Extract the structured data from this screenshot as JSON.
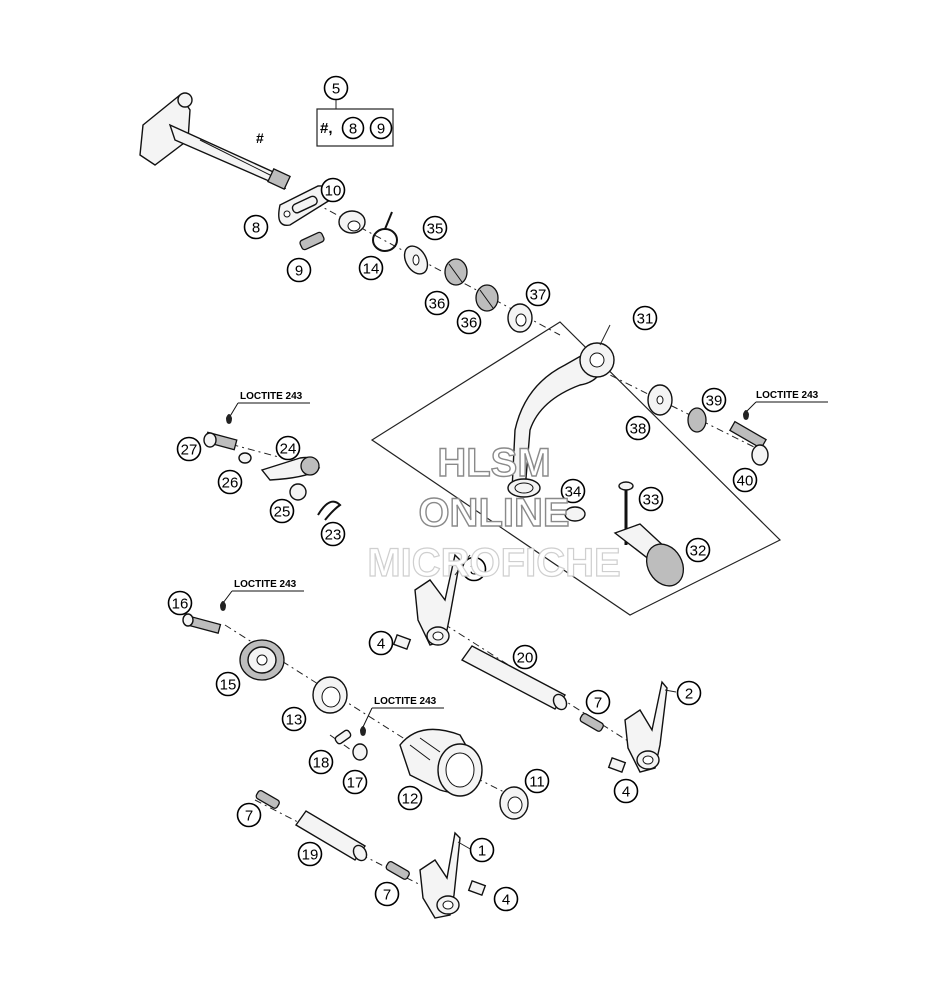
{
  "callouts": [
    {
      "id": "c5",
      "label": "5"
    },
    {
      "id": "c8a",
      "label": "8"
    },
    {
      "id": "c9a",
      "label": "9"
    },
    {
      "id": "c10",
      "label": "10"
    },
    {
      "id": "c8",
      "label": "8"
    },
    {
      "id": "c35",
      "label": "35"
    },
    {
      "id": "c14",
      "label": "14"
    },
    {
      "id": "c9",
      "label": "9"
    },
    {
      "id": "c36a",
      "label": "36"
    },
    {
      "id": "c36b",
      "label": "36"
    },
    {
      "id": "c37",
      "label": "37"
    },
    {
      "id": "c31",
      "label": "31"
    },
    {
      "id": "c38",
      "label": "38"
    },
    {
      "id": "c39",
      "label": "39"
    },
    {
      "id": "c40",
      "label": "40"
    },
    {
      "id": "c27",
      "label": "27"
    },
    {
      "id": "c24",
      "label": "24"
    },
    {
      "id": "c26",
      "label": "26"
    },
    {
      "id": "c25",
      "label": "25"
    },
    {
      "id": "c23",
      "label": "23"
    },
    {
      "id": "c34",
      "label": "34"
    },
    {
      "id": "c33",
      "label": "33"
    },
    {
      "id": "c32",
      "label": "32"
    },
    {
      "id": "c3",
      "label": "3"
    },
    {
      "id": "c16",
      "label": "16"
    },
    {
      "id": "c4a",
      "label": "4"
    },
    {
      "id": "c20",
      "label": "20"
    },
    {
      "id": "c15",
      "label": "15"
    },
    {
      "id": "c2",
      "label": "2"
    },
    {
      "id": "c7a",
      "label": "7"
    },
    {
      "id": "c13",
      "label": "13"
    },
    {
      "id": "c18",
      "label": "18"
    },
    {
      "id": "c17",
      "label": "17"
    },
    {
      "id": "c12",
      "label": "12"
    },
    {
      "id": "c11",
      "label": "11"
    },
    {
      "id": "c4b",
      "label": "4"
    },
    {
      "id": "c7b",
      "label": "7"
    },
    {
      "id": "c19",
      "label": "19"
    },
    {
      "id": "c1",
      "label": "1"
    },
    {
      "id": "c7c",
      "label": "7"
    },
    {
      "id": "c4c",
      "label": "4"
    }
  ],
  "text": {
    "hash_mark": "#",
    "kit_prefix": "#,",
    "loctite_1": "LOCTITE 243",
    "loctite_2": "LOCTITE 243",
    "loctite_3": "LOCTITE 243",
    "loctite_4": "LOCTITE 243"
  },
  "watermark": {
    "line1": "HLSM",
    "line2": "ONLINE",
    "line3": "MICROFICHE"
  }
}
